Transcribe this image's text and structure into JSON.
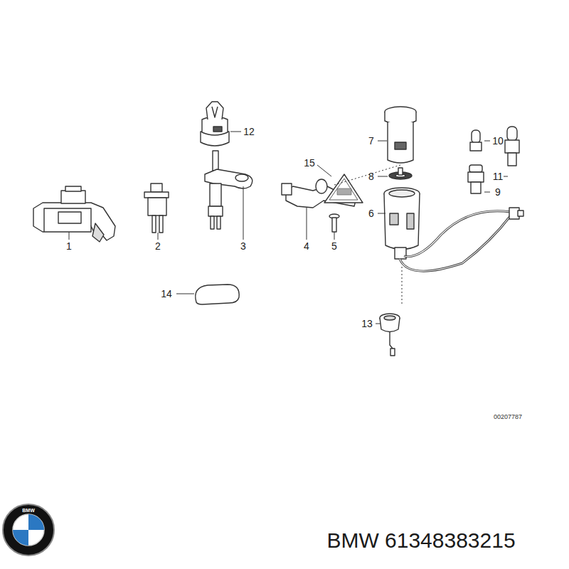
{
  "diagram": {
    "labels": [
      "12",
      "7",
      "10",
      "15",
      "11",
      "8",
      "9",
      "6",
      "1",
      "2",
      "3",
      "4",
      "5",
      "14",
      "13",
      "00207787",
      "BMW",
      "BMW 61348383215"
    ]
  }
}
